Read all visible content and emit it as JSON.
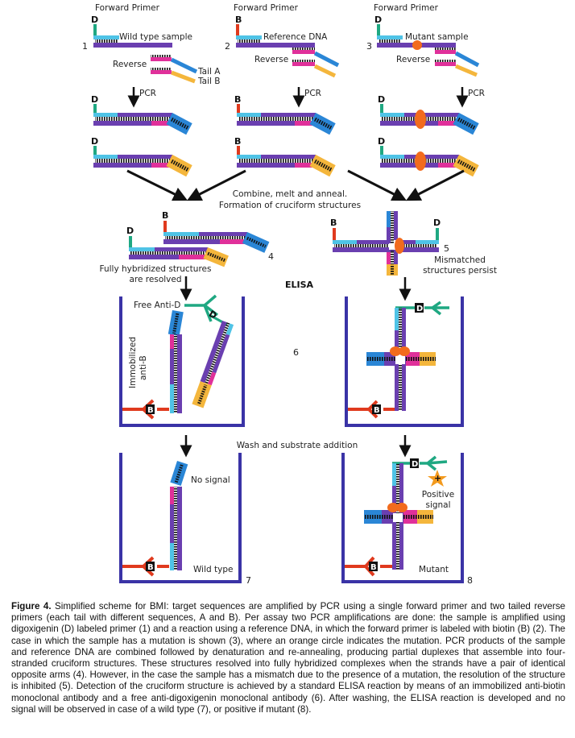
{
  "colors": {
    "green": "#1fa882",
    "cyan": "#4fc3e6",
    "purple": "#6a3fb0",
    "magenta": "#e0309a",
    "blue": "#2a86d6",
    "yellow": "#f4b63c",
    "red": "#e03a1e",
    "orange": "#f26b1d",
    "well": "#3a33a6",
    "star": "#f39a1d"
  },
  "panels": {
    "p1": {
      "number": "1",
      "primer_label": "Forward Primer",
      "tag": "D",
      "sample_label": "Wild type sample",
      "reverse_label": "Reverse",
      "tail_a": "Tail A",
      "tail_b": "Tail B",
      "pcr_label": "PCR"
    },
    "p2": {
      "number": "2",
      "primer_label": "Forward Primer",
      "tag": "B",
      "sample_label": "Reference DNA",
      "reverse_label": "Reverse",
      "pcr_label": "PCR"
    },
    "p3": {
      "number": "3",
      "primer_label": "Forward Primer",
      "tag": "D",
      "sample_label": "Mutant sample",
      "reverse_label": "Reverse",
      "pcr_label": "PCR"
    },
    "combine_line1": "Combine, melt and anneal.",
    "combine_line2": "Formation of cruciform structures",
    "p4": {
      "number": "4",
      "tag_b": "B",
      "tag_d": "D",
      "label_line1": "Fully hybridized structures",
      "label_line2": "are resolved"
    },
    "p5": {
      "number": "5",
      "tag_b": "B",
      "tag_d": "D",
      "label_line1": "Mismatched",
      "label_line2": "structures persist"
    },
    "elisa_label": "ELISA",
    "p6": {
      "number": "6",
      "free_anti_d": "Free Anti-D",
      "immobilized_line1": "Immobilized",
      "immobilized_line2": "anti-B",
      "tag_b": "B",
      "tag_d": "D"
    },
    "wash_label": "Wash and substrate addition",
    "p7": {
      "number": "7",
      "signal_label": "No signal",
      "type_label": "Wild type",
      "tag_b": "B"
    },
    "p8": {
      "number": "8",
      "signal_line1": "Positive",
      "signal_line2": "signal",
      "type_label": "Mutant",
      "tag_b": "B",
      "tag_d": "D"
    }
  },
  "caption": {
    "figure_label": "Figure 4.",
    "text": "Simplified scheme for BMI: target sequences are amplified by PCR using a single forward primer and two tailed reverse primers (each tail with different sequences, A and B). Per assay two PCR amplifications are done: the sample is amplified using digoxigenin (D) labeled primer (1) and a reaction using a reference DNA, in which the forward primer is labeled with biotin (B) (2). The case in which the sample has a mutation is shown (3), where an orange circle indicates the mutation. PCR products of the sample and reference DNA are combined followed by denaturation and re-annealing, producing partial duplexes that assemble into four-stranded cruciform structures. These structures resolved into fully hybridized complexes when the strands have a pair of identical opposite arms (4). However, in the case the sample has a mismatch due to the presence of a mutation, the resolution of the structure is inhibited (5). Detection of the cruciform structure is achieved by a standard ELISA reaction by means of an immobilized anti-biotin monoclonal antibody and a free anti-digoxigenin monoclonal antibody (6). After washing, the ELISA reaction is developed and no signal will be observed in case of a wild type (7), or positive if mutant (8)."
  }
}
